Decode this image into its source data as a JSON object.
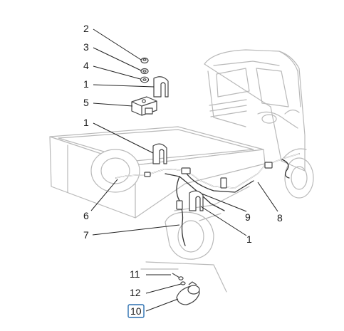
{
  "callouts": [
    {
      "id": "c2",
      "text": "2"
    },
    {
      "id": "c3",
      "text": "3"
    },
    {
      "id": "c4",
      "text": "4"
    },
    {
      "id": "c1a",
      "text": "1"
    },
    {
      "id": "c5",
      "text": "5"
    },
    {
      "id": "c1b",
      "text": "1"
    },
    {
      "id": "c6",
      "text": "6"
    },
    {
      "id": "c7",
      "text": "7"
    },
    {
      "id": "c9",
      "text": "9"
    },
    {
      "id": "c8",
      "text": "8"
    },
    {
      "id": "c1c",
      "text": "1"
    },
    {
      "id": "c11",
      "text": "11"
    },
    {
      "id": "c12",
      "text": "12"
    },
    {
      "id": "c10",
      "text": "10",
      "highlighted": true
    }
  ],
  "colors": {
    "vehicle_outline": "#b9b9b9",
    "part_outline": "#444444",
    "highlight_box": "#2a6fb0"
  }
}
